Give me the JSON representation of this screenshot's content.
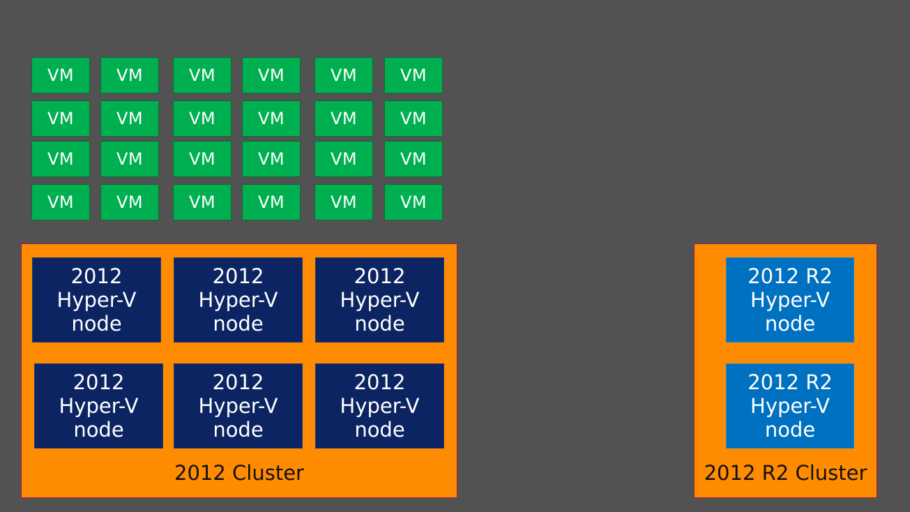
{
  "vm_label": "VM",
  "vm_grid": {
    "rows": 4,
    "cols": 6
  },
  "clusters": [
    {
      "label": "2012 Cluster",
      "nodes": [
        {
          "line1": "2012",
          "line2": "Hyper-V",
          "line3": "node"
        },
        {
          "line1": "2012",
          "line2": "Hyper-V",
          "line3": "node"
        },
        {
          "line1": "2012",
          "line2": "Hyper-V",
          "line3": "node"
        },
        {
          "line1": "2012",
          "line2": "Hyper-V",
          "line3": "node"
        },
        {
          "line1": "2012",
          "line2": "Hyper-V",
          "line3": "node"
        },
        {
          "line1": "2012",
          "line2": "Hyper-V",
          "line3": "node"
        }
      ]
    },
    {
      "label": "2012 R2 Cluster",
      "nodes": [
        {
          "line1": "2012 R2",
          "line2": "Hyper-V",
          "line3": "node"
        },
        {
          "line1": "2012 R2",
          "line2": "Hyper-V",
          "line3": "node"
        }
      ]
    }
  ],
  "colors": {
    "background": "#525252",
    "vm": "#00b050",
    "cluster": "#ff8c00",
    "node_2012": "#0c2461",
    "node_2012_r2": "#0070c0"
  }
}
